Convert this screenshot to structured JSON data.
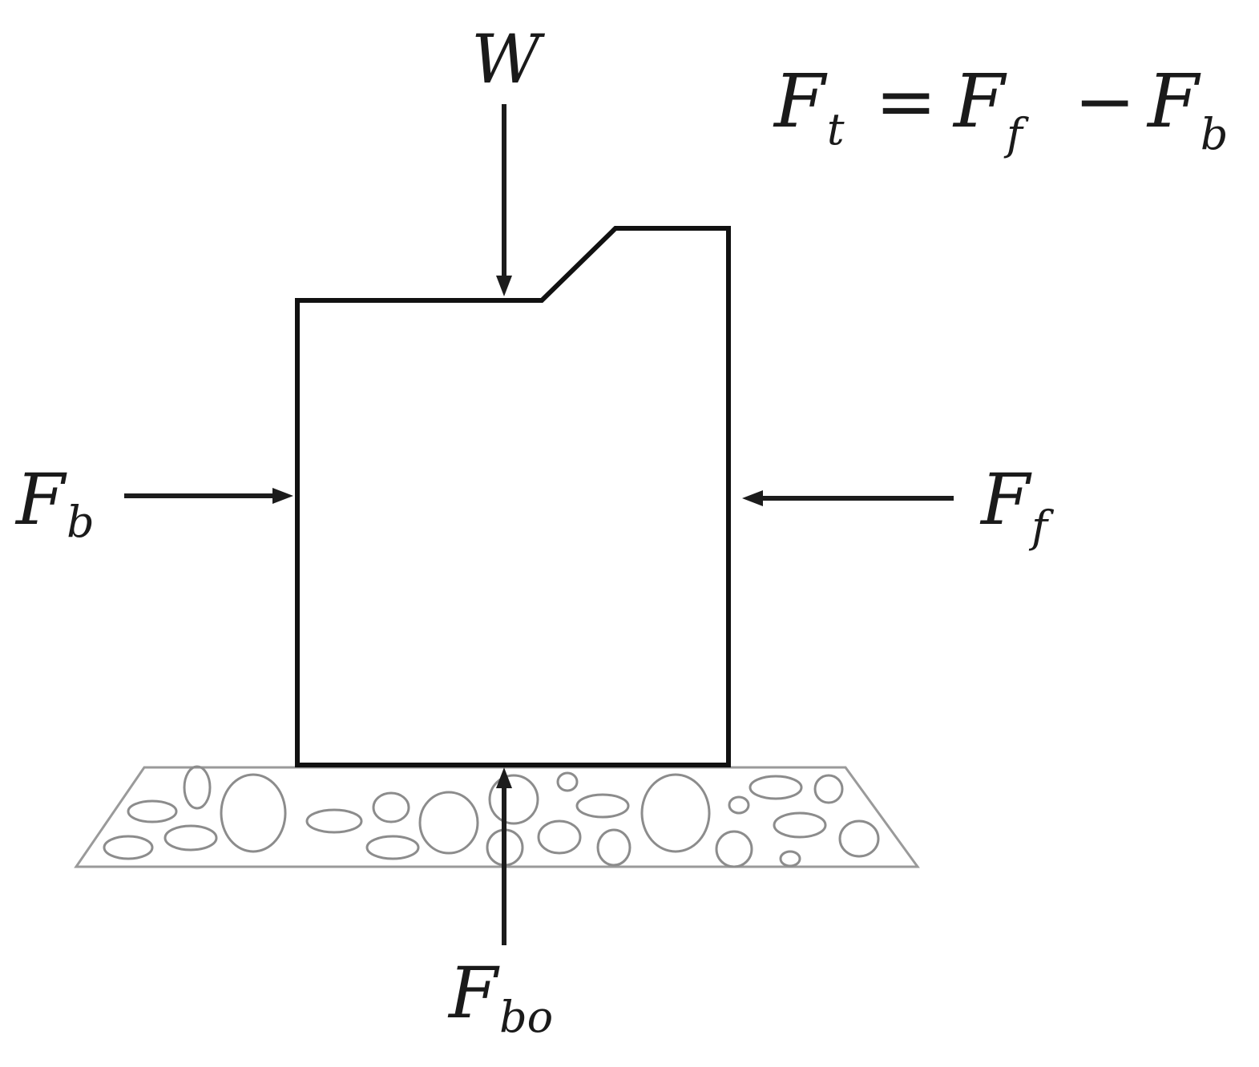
{
  "diagram": {
    "equation": {
      "lhs": "F",
      "lhs_sub": "t",
      "equals": "=",
      "term1": "F",
      "term1_sub": "f",
      "minus": "−",
      "term2": "F",
      "term2_sub": "b"
    },
    "forces": {
      "weight": {
        "symbol": "W"
      },
      "left": {
        "symbol": "F",
        "sub": "b"
      },
      "right": {
        "symbol": "F",
        "sub": "f"
      },
      "bottom": {
        "symbol": "F",
        "sub": "bo"
      }
    },
    "colors": {
      "stroke": "#111111",
      "soil": "#8c8c8c",
      "background": "#ffffff"
    }
  }
}
